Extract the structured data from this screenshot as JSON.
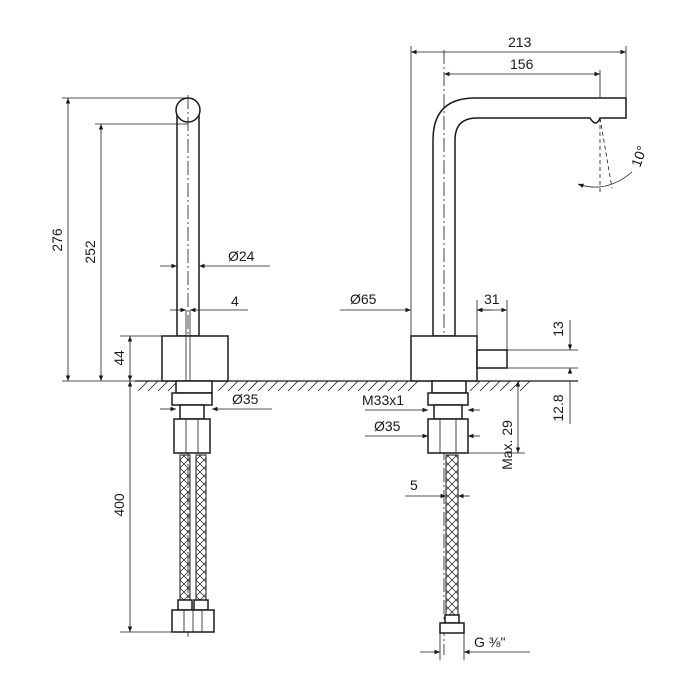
{
  "dimensions": {
    "height_total": "276",
    "height_spout": "252",
    "base_height": "44",
    "hose_length": "400",
    "pipe_diameter": "Ø24",
    "lever_width": "4",
    "nut_diameter_left": "Ø35",
    "reach_total": "213",
    "reach_spout": "156",
    "angle": "10°",
    "body_diameter": "Ø65",
    "lever_offset": "31",
    "lever_height": "13",
    "deck_offset": "12.8",
    "max_deck_thickness": "Max. 29",
    "thread": "M33x1",
    "nut_diameter_right": "Ø35",
    "hose_dim": "5",
    "connection": "G ⅜\""
  }
}
